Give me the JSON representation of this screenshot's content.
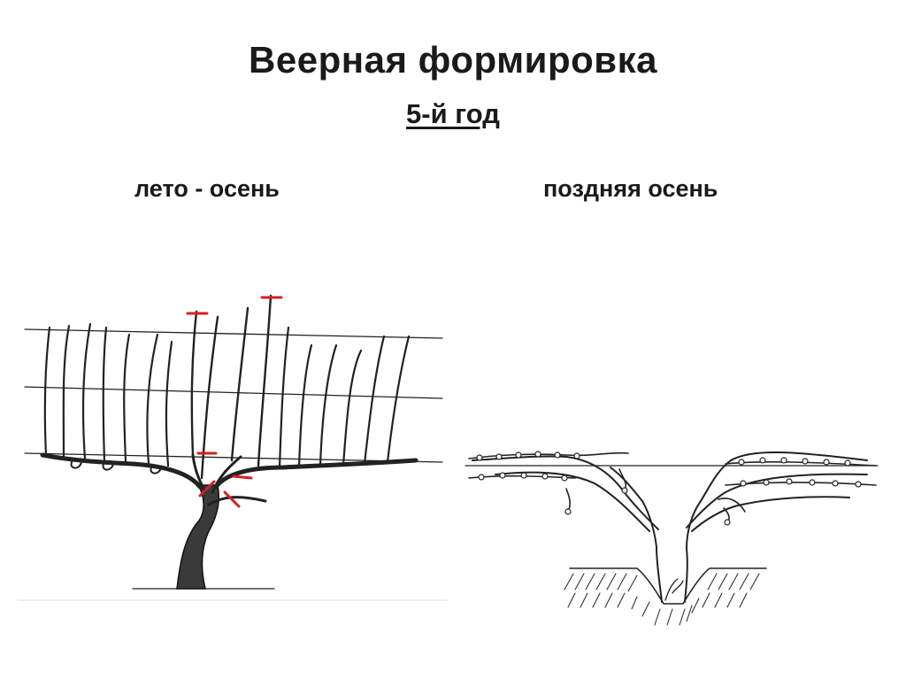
{
  "header": {
    "title": "Веерная формировка",
    "subtitle": "5-й год"
  },
  "panels": [
    {
      "caption": "лето - осень"
    },
    {
      "caption": "поздняя осень"
    }
  ],
  "colors": {
    "ink": "#1a1a1a",
    "cut_mark": "#d42020",
    "wire": "#333333"
  }
}
